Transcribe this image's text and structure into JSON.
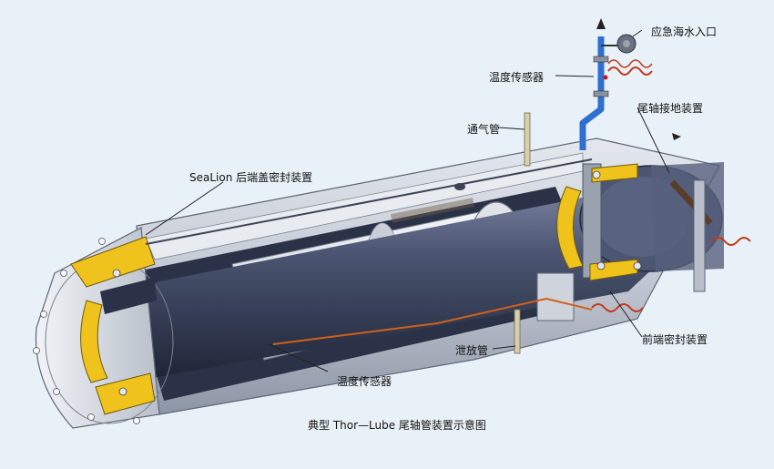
{
  "labels": {
    "emergency_inlet": "应急海水入口",
    "temp_sensor_top": "温度传感器",
    "shaft_grounding": "尾轴接地装置",
    "vent_pipe": "通气管",
    "aft_seal": "SeaLion 后端盖密封装置",
    "drain_pipe": "泄放管",
    "forward_seal": "前端密封装置",
    "temp_sensor_bottom": "温度传感器"
  },
  "caption": "典型 Thor—Lube 尾轴管装置示意图",
  "colors": {
    "background": "#e9f1f8",
    "tube_body": "#c6ccd6",
    "shaft_dark": "#3a4358",
    "seal_yellow": "#f0c21c",
    "sensor_wire": "#d0601a",
    "inlet_pipe": "#2f6fd0"
  }
}
